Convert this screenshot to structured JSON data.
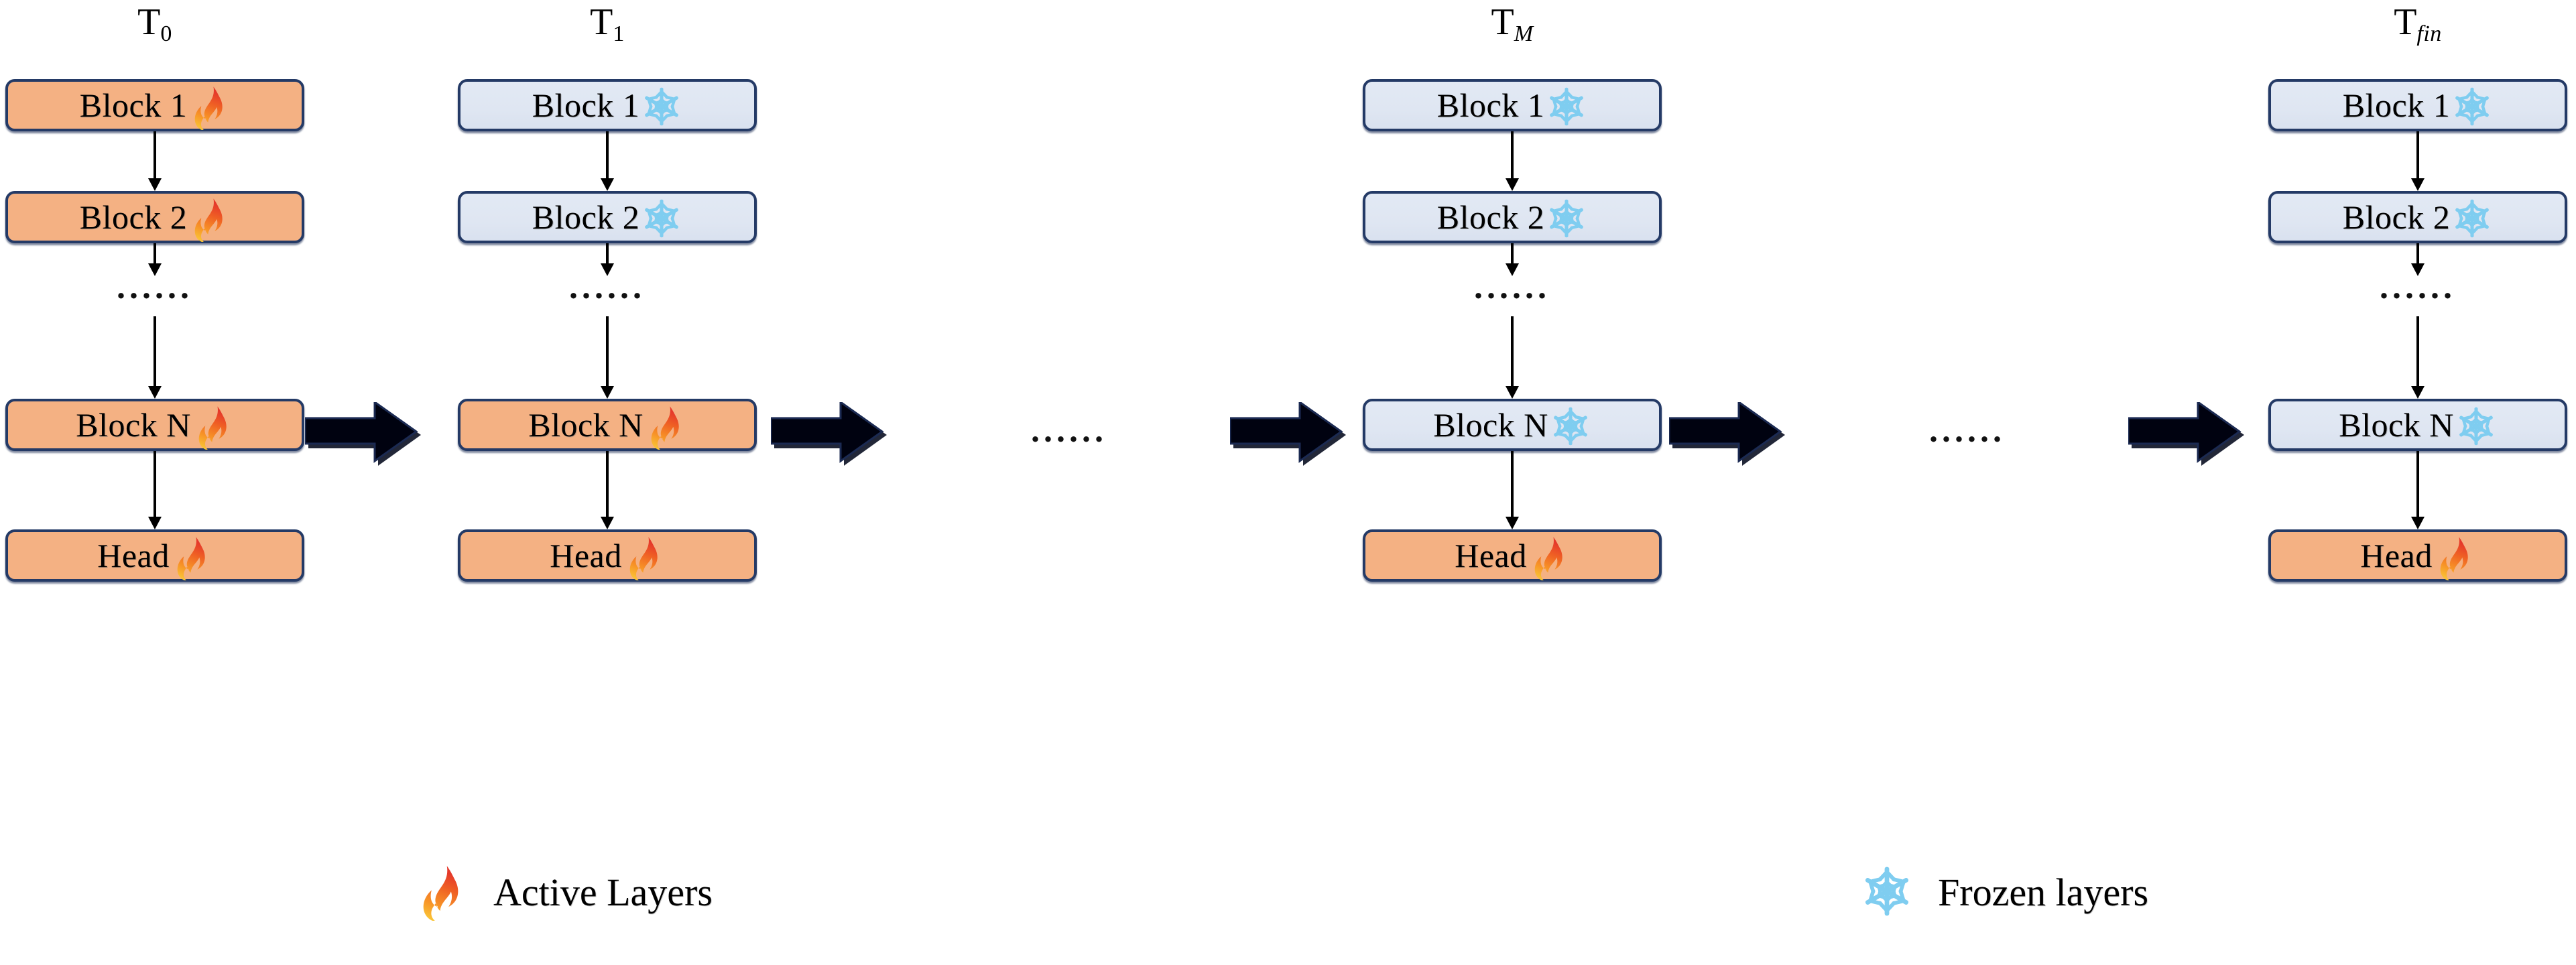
{
  "figure": {
    "title": "Progressive layer freezing schedule across training stages",
    "background_color": "#ffffff",
    "active_color": "#f4b183",
    "frozen_color": "#dde5f1",
    "border_color": "#243a66",
    "flame_colors": [
      "#f6c142",
      "#f5861f",
      "#e8432b"
    ],
    "snowflake_color": "#7fcdf0"
  },
  "stages": [
    {
      "id": "T0",
      "title_base": "T",
      "title_sub": "0",
      "title_sub_italic": false,
      "inner_dots": "......",
      "blocks": [
        {
          "label": "Block 1",
          "state": "active",
          "icon": "flame-icon"
        },
        {
          "label": "Block 2",
          "state": "active",
          "icon": "flame-icon"
        },
        {
          "label": "Block N",
          "state": "active",
          "icon": "flame-icon"
        },
        {
          "label": "Head",
          "state": "active",
          "icon": "flame-icon"
        }
      ]
    },
    {
      "id": "T1",
      "title_base": "T",
      "title_sub": "1",
      "title_sub_italic": false,
      "inner_dots": "......",
      "blocks": [
        {
          "label": "Block 1",
          "state": "frozen",
          "icon": "snowflake-icon"
        },
        {
          "label": "Block 2",
          "state": "frozen",
          "icon": "snowflake-icon"
        },
        {
          "label": "Block N",
          "state": "active",
          "icon": "flame-icon"
        },
        {
          "label": "Head",
          "state": "active",
          "icon": "flame-icon"
        }
      ]
    },
    {
      "id": "TM",
      "title_base": "T",
      "title_sub": "M",
      "title_sub_italic": true,
      "inner_dots": "......",
      "blocks": [
        {
          "label": "Block 1",
          "state": "frozen",
          "icon": "snowflake-icon"
        },
        {
          "label": "Block 2",
          "state": "frozen",
          "icon": "snowflake-icon"
        },
        {
          "label": "Block N",
          "state": "frozen",
          "icon": "snowflake-icon"
        },
        {
          "label": "Head",
          "state": "active",
          "icon": "flame-icon"
        }
      ]
    },
    {
      "id": "Tfin",
      "title_base": "T",
      "title_sub": "fin",
      "title_sub_italic": true,
      "inner_dots": "......",
      "blocks": [
        {
          "label": "Block 1",
          "state": "frozen",
          "icon": "snowflake-icon"
        },
        {
          "label": "Block 2",
          "state": "frozen",
          "icon": "snowflake-icon"
        },
        {
          "label": "Block N",
          "state": "frozen",
          "icon": "snowflake-icon"
        },
        {
          "label": "Head",
          "state": "active",
          "icon": "flame-icon"
        }
      ]
    }
  ],
  "stage_connectors": [
    {
      "type": "arrow",
      "icon": "right-arrow-icon"
    },
    {
      "type": "arrow",
      "icon": "right-arrow-icon"
    },
    {
      "type": "dots",
      "text": "......"
    },
    {
      "type": "arrow",
      "icon": "right-arrow-icon"
    },
    {
      "type": "arrow",
      "icon": "right-arrow-icon"
    },
    {
      "type": "dots",
      "text": "......"
    },
    {
      "type": "arrow",
      "icon": "right-arrow-icon"
    }
  ],
  "legend": [
    {
      "icon": "flame-icon",
      "label": "Active Layers"
    },
    {
      "icon": "snowflake-icon",
      "label": "Frozen layers"
    }
  ]
}
